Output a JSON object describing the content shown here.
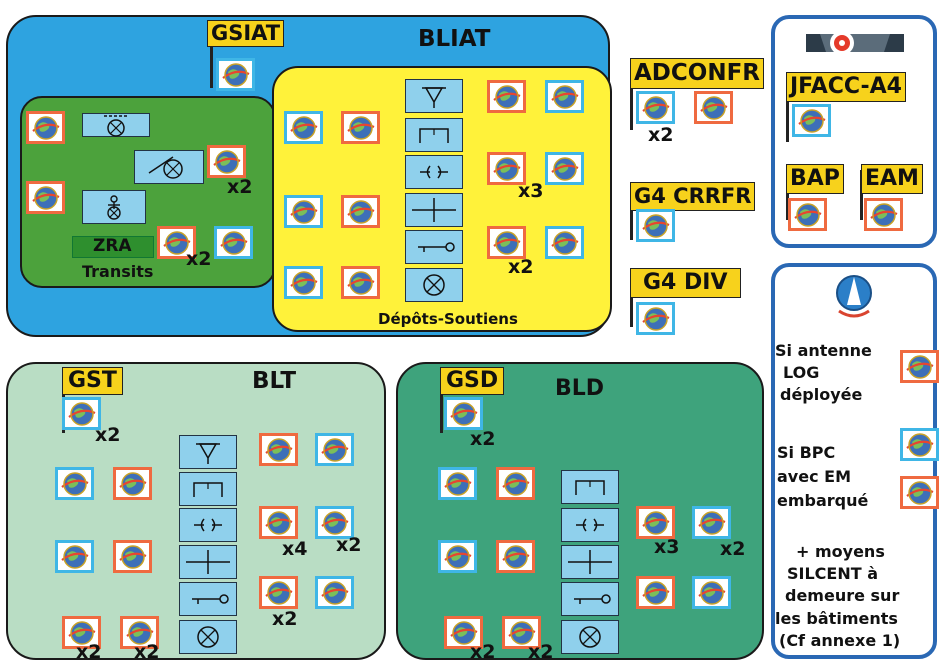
{
  "labels": {
    "gsiat": "GSIAT",
    "bliat": "BLIAT",
    "zra": "ZRA",
    "transits": "Transits",
    "depots": "Dépôts-Soutiens",
    "adconfr": "ADCONFR",
    "g4crrfr": "G4 CRRFR",
    "g4div": "G4 DIV",
    "jfacc": "JFACC-A4",
    "bap": "BAP",
    "eam": "EAM",
    "gst": "GST",
    "blt": "BLT",
    "gsd": "GSD",
    "bld": "BLD"
  },
  "multipliers": {
    "green_b": "x2",
    "green_zra": "x2",
    "yellow_r3": "x3",
    "yellow_r5": "x2",
    "adconfr": "x2",
    "gst": "x2",
    "blt_r3a": "x4",
    "blt_r3b": "x2",
    "blt_r5": "x2",
    "blt_b1": "x2",
    "blt_b2": "x2",
    "gsd": "x2",
    "bld_r3a": "x3",
    "bld_r3b": "x2",
    "bld_b1": "x2",
    "bld_b2": "x2"
  },
  "notes": {
    "antenne": [
      "Si antenne",
      "LOG",
      "déployée"
    ],
    "bpc": [
      "Si BPC",
      "avec EM",
      "embarqué"
    ],
    "silcent": [
      "+ moyens",
      "SILCENT à",
      "demeure sur",
      "les bâtiments",
      "(Cf annexe 1)"
    ]
  },
  "colors": {
    "bliat_blue": "#2ea3e0",
    "green_zone": "#4ca23c",
    "yellow_zone": "#fff23a",
    "blt_bg": "#b9ddc4",
    "bld_bg": "#3ea37c",
    "label_yellow": "#f7d21c",
    "frame_blue": "#2a68b4",
    "border_cyan": "#3fb6e6",
    "border_orange": "#ef6a40",
    "symbol_fill": "#8fd0ec"
  }
}
